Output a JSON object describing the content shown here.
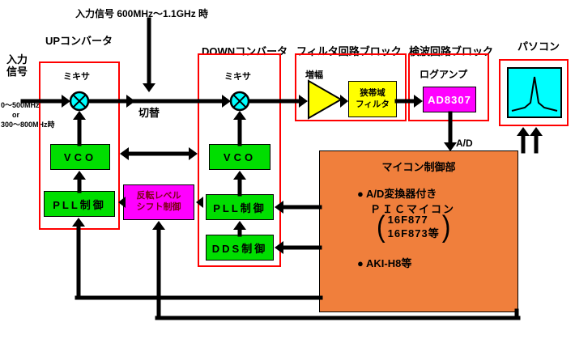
{
  "colors": {
    "red_border": "#FF0000",
    "green": "#00DE00",
    "cyan": "#00FFFF",
    "magenta": "#FF00FF",
    "orange": "#F07F3C",
    "yellow": "#FFFF00"
  },
  "top": {
    "input_note": "入力信号 600MHz～1.1GHz 時"
  },
  "left_input": {
    "line1": "入力",
    "line2": "信号",
    "freq": [
      "0～500MHz",
      "or",
      "300～800MHz時"
    ]
  },
  "switch_label": "切替",
  "up_converter": {
    "title": "UPコンバータ",
    "mixer_label": "ミキサ",
    "vco_label": "VCO",
    "pll_label": "PLL制御"
  },
  "down_converter": {
    "title": "DOWNコンバータ",
    "mixer_label": "ミキサ",
    "vco_label": "VCO",
    "pll_label": "PLL制御",
    "dds_label": "DDS制御"
  },
  "level_shift": {
    "line1": "反転レベル",
    "line2": "シフト制御"
  },
  "filter_block": {
    "title": "フィルタ回路ブロック",
    "amp_label": "増幅",
    "filter_line1": "狭帯域",
    "filter_line2": "フィルタ"
  },
  "detector_block": {
    "title": "検波回路ブロック",
    "log_amp_label": "ログアンプ",
    "chip_label": "AD8307"
  },
  "pc_block": {
    "title": "パソコン"
  },
  "mcu": {
    "ad_label": "A/D",
    "title": "マイコン制御部",
    "bullet1_line1": "● A/D変換器付き",
    "bullet1_line2": "ＰＩＣマイコン",
    "paren_open": "(",
    "paren_line1": "16F877",
    "paren_line2": "16F873等",
    "paren_close": ")",
    "bullet2": "● AKI-H8等"
  }
}
